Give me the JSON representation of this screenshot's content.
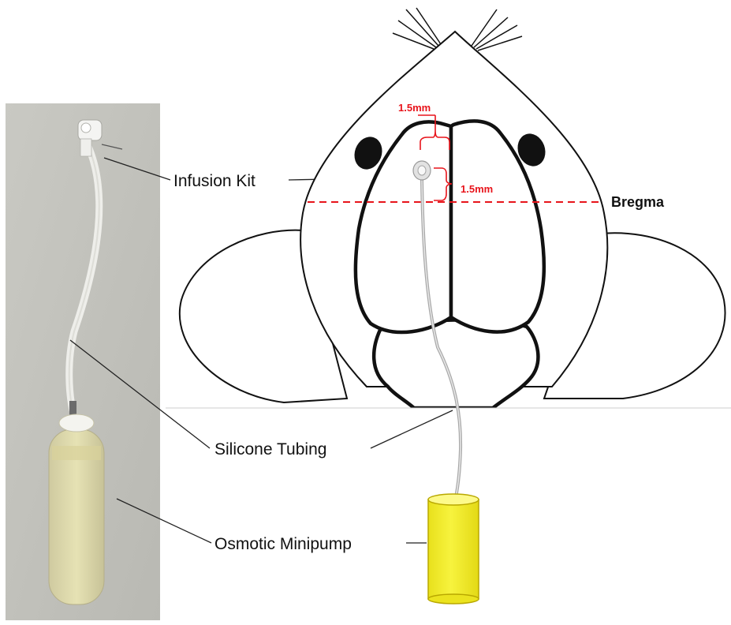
{
  "labels": {
    "infusion_kit": "Infusion Kit",
    "silicone_tubing": "Silicone Tubing",
    "osmotic_minipump": "Osmotic Minipump",
    "bregma": "Bregma"
  },
  "measurements": {
    "lateral": "1.5mm",
    "posterior": "1.5mm"
  },
  "colors": {
    "measurement": "#ff0000",
    "pump_fill": "#f2ee2a",
    "pump_stroke": "#b7a400",
    "outline": "#111111",
    "photo_background": "#c2c2bb"
  }
}
